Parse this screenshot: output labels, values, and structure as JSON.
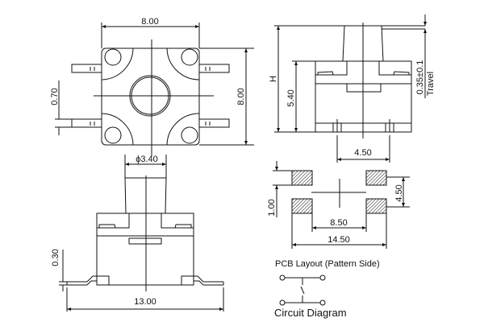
{
  "top_view": {
    "width_dim": "8.00",
    "height_dim": "8.00",
    "pin_dim": "0.70"
  },
  "front_view": {
    "stem_dim": "ϕ3.40",
    "lead_dim": "0.30",
    "total_width_dim": "13.00"
  },
  "side_view": {
    "height_label": "H",
    "body_height_dim": "5.40",
    "pin_pitch_dim": "4.50",
    "travel_value": "0.35±0.1",
    "travel_label": "Travel"
  },
  "pcb_layout": {
    "pad_dim": "1.00",
    "pad_pitch_v": "4.50",
    "inner_dim": "8.50",
    "outer_dim": "14.50",
    "caption": "PCB Layout (Pattern Side)"
  },
  "circuit": {
    "caption": "Circuit Diagram"
  }
}
